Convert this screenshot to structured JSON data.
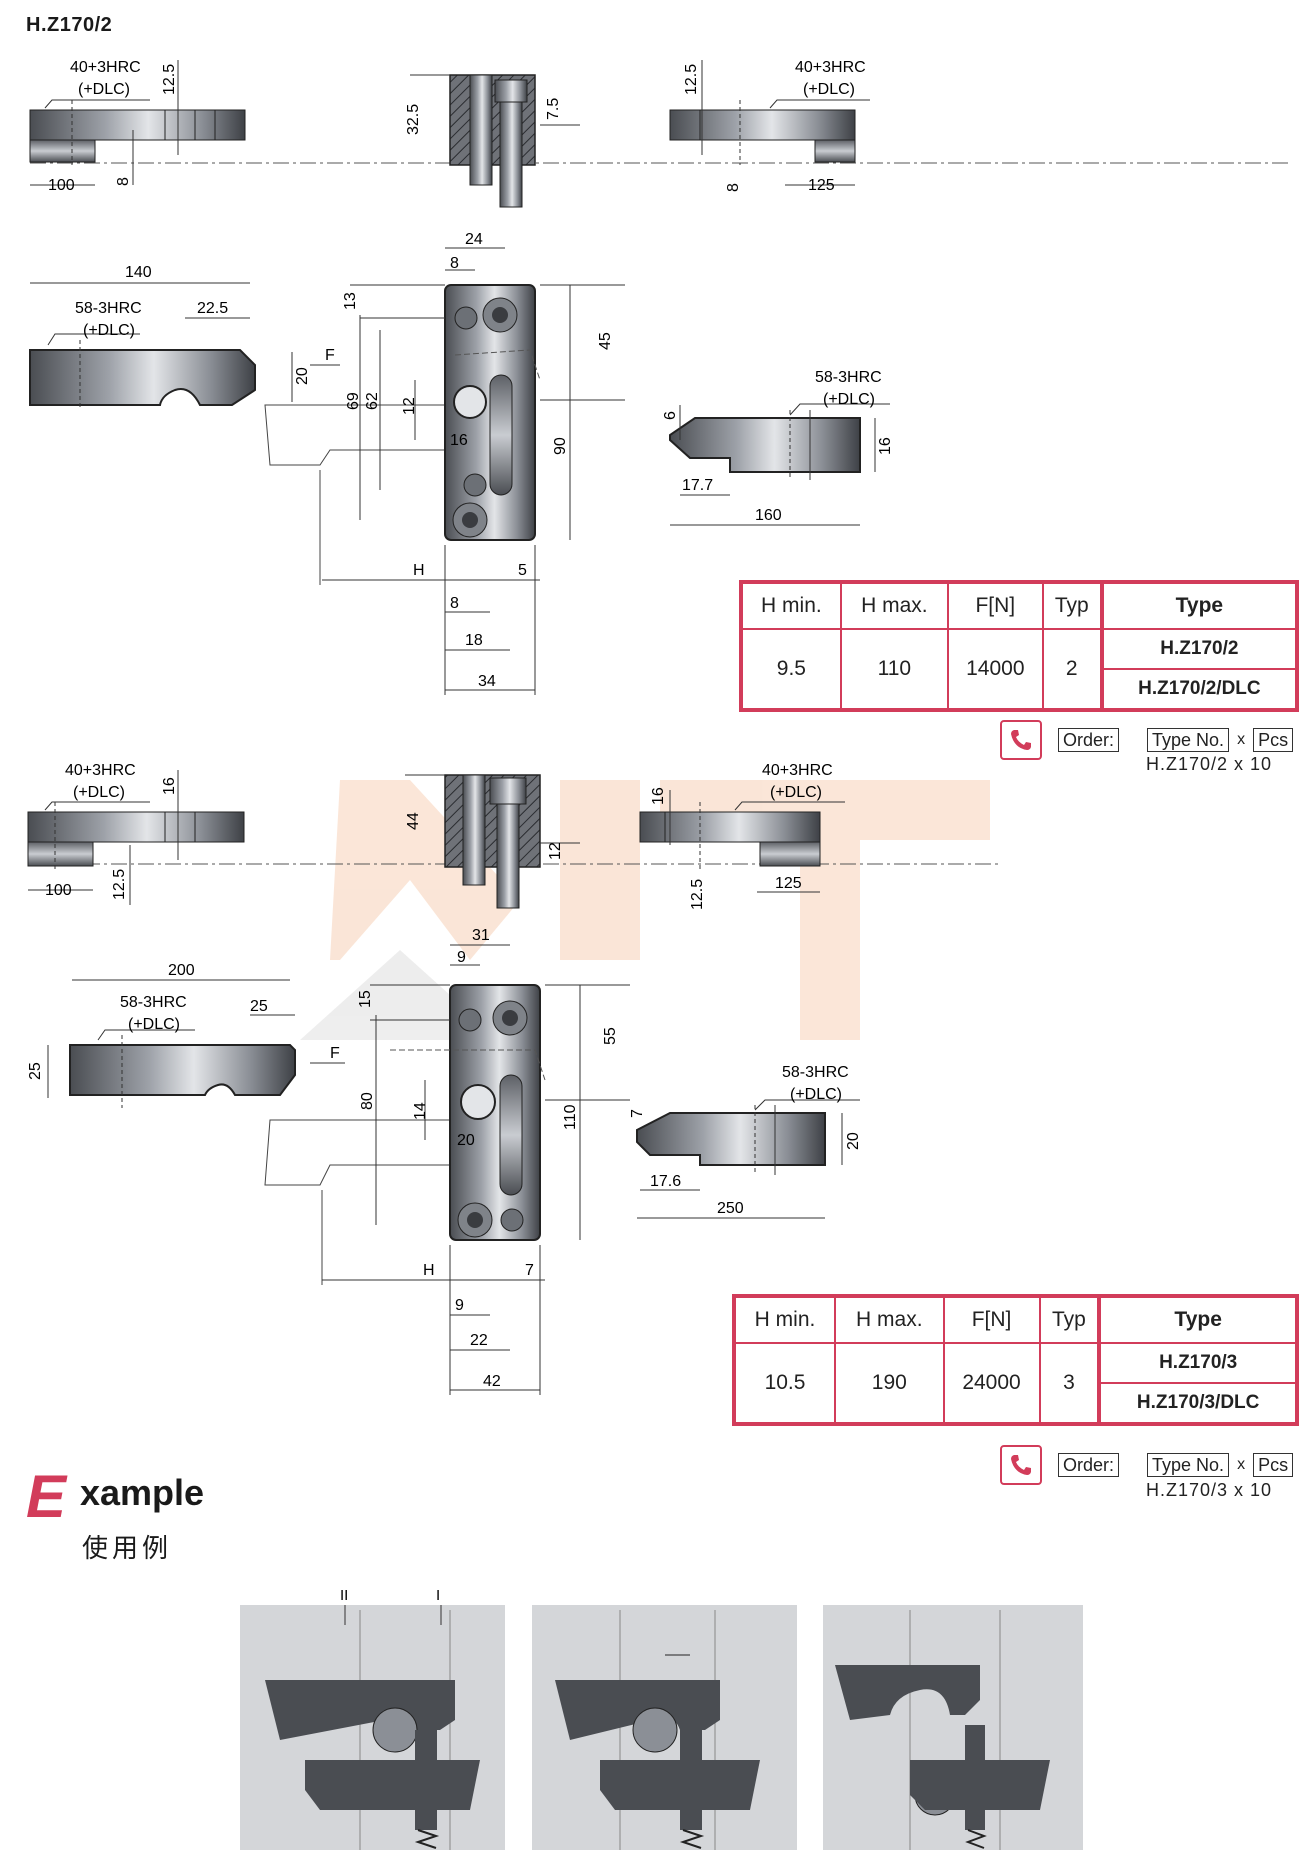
{
  "page": {
    "title": "H.Z170/2"
  },
  "section1": {
    "top_left": {
      "hardness": "40+3HRC",
      "coating": "(+DLC)",
      "dims": [
        "12.5",
        "100",
        "8"
      ]
    },
    "top_center": {
      "dims": [
        "32.5",
        "7.5"
      ]
    },
    "top_right": {
      "hardness": "40+3HRC",
      "coating": "(+DLC)",
      "dims": [
        "12.5",
        "125",
        "8"
      ]
    },
    "mid_left": {
      "hardness": "58-3HRC",
      "coating": "(+DLC)",
      "dims": [
        "140",
        "22.5",
        "20"
      ],
      "force": "F"
    },
    "mid_center": {
      "dims": [
        "24",
        "8",
        "13",
        "45",
        "69",
        "62",
        "12",
        "16",
        "90",
        "H",
        "5",
        "8",
        "18",
        "34"
      ]
    },
    "mid_right": {
      "hardness": "58-3HRC",
      "coating": "(+DLC)",
      "dims": [
        "6",
        "16",
        "17.7",
        "160"
      ]
    }
  },
  "section2": {
    "top_left": {
      "hardness": "40+3HRC",
      "coating": "(+DLC)",
      "dims": [
        "16",
        "100",
        "12.5"
      ]
    },
    "top_center": {
      "dims": [
        "44",
        "12"
      ]
    },
    "top_right": {
      "hardness": "40+3HRC",
      "coating": "(+DLC)",
      "dims": [
        "16",
        "12.5",
        "125"
      ]
    },
    "mid_left": {
      "hardness": "58-3HRC",
      "coating": "(+DLC)",
      "dims": [
        "200",
        "25",
        "25"
      ],
      "force": "F"
    },
    "mid_center": {
      "dims": [
        "31",
        "9",
        "15",
        "55",
        "80",
        "14",
        "20",
        "110",
        "H",
        "7",
        "9",
        "22",
        "42"
      ]
    },
    "mid_right": {
      "hardness": "58-3HRC",
      "coating": "(+DLC)",
      "dims": [
        "7",
        "20",
        "17.6",
        "250"
      ]
    }
  },
  "table1": {
    "headers": [
      "H min.",
      "H max.",
      "F[N]",
      "Typ",
      "Type"
    ],
    "row": [
      "9.5",
      "110",
      "14000",
      "2"
    ],
    "types": [
      "H.Z170/2",
      "H.Z170/2/DLC"
    ]
  },
  "order1": {
    "label": "Order:",
    "type_no": "Type No.",
    "x": "x",
    "pcs": "Pcs",
    "example": "H.Z170/2  x  10"
  },
  "table2": {
    "headers": [
      "H min.",
      "H max.",
      "F[N]",
      "Typ",
      "Type"
    ],
    "row": [
      "10.5",
      "190",
      "24000",
      "3"
    ],
    "types": [
      "H.Z170/3",
      "H.Z170/3/DLC"
    ]
  },
  "order2": {
    "label": "Order:",
    "type_no": "Type No.",
    "x": "x",
    "pcs": "Pcs",
    "example": "H.Z170/3  x  10"
  },
  "example": {
    "initial": "E",
    "rest": "xample",
    "cn": "使用例",
    "markers": [
      "II",
      "I"
    ]
  },
  "colors": {
    "accent": "#d23c5a",
    "part_dark": "#4a4d52",
    "part_light": "#b8bcc2",
    "watermark": "#f6c7a8"
  }
}
